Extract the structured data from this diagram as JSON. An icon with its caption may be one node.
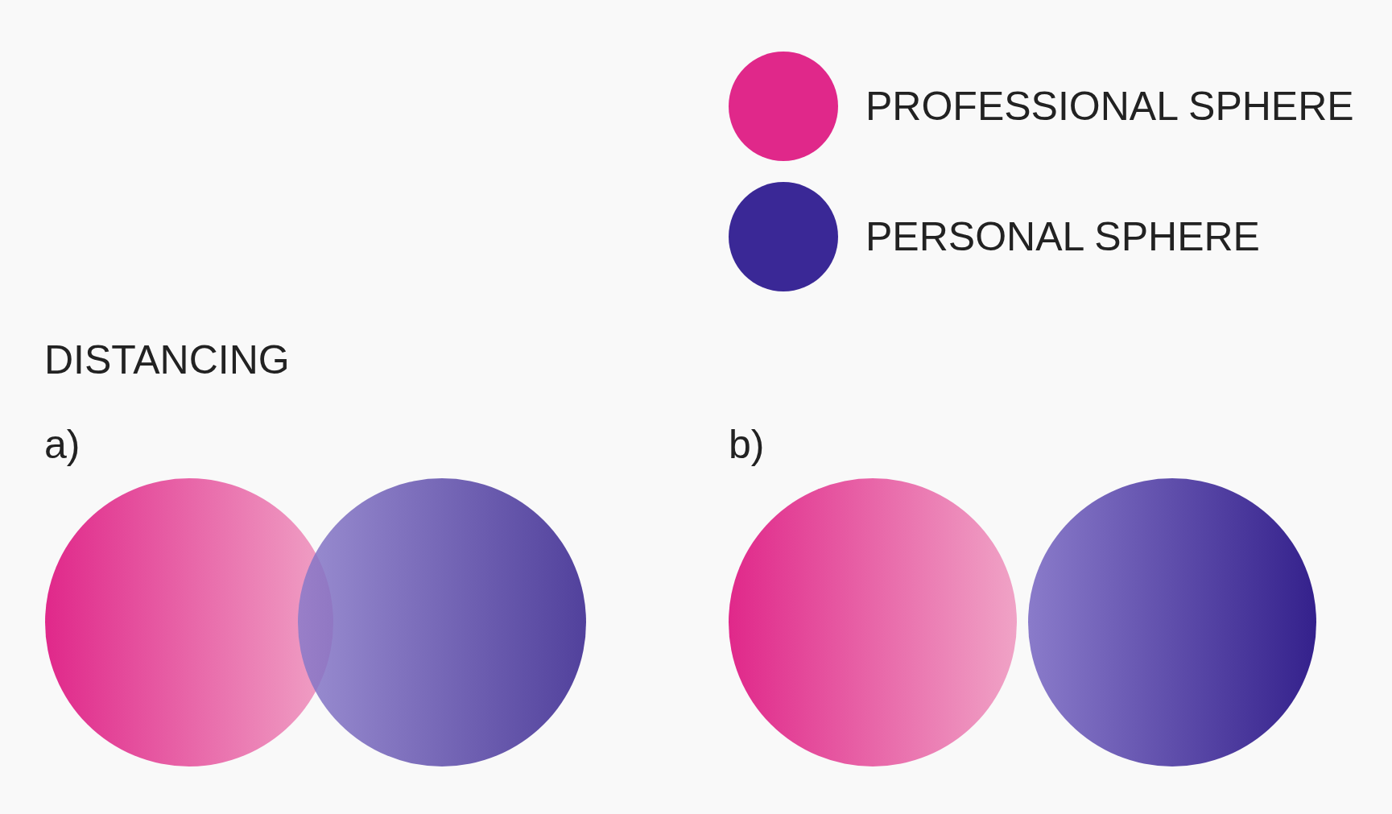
{
  "diagram": {
    "title": "DISTANCING",
    "labels": [
      "a)",
      "b)"
    ],
    "legend": [
      {
        "text": "PROFESSIONAL SPHERE",
        "color": "#e0288a"
      },
      {
        "text": "PERSONAL SPHERE",
        "color": "#3a2896"
      }
    ]
  }
}
